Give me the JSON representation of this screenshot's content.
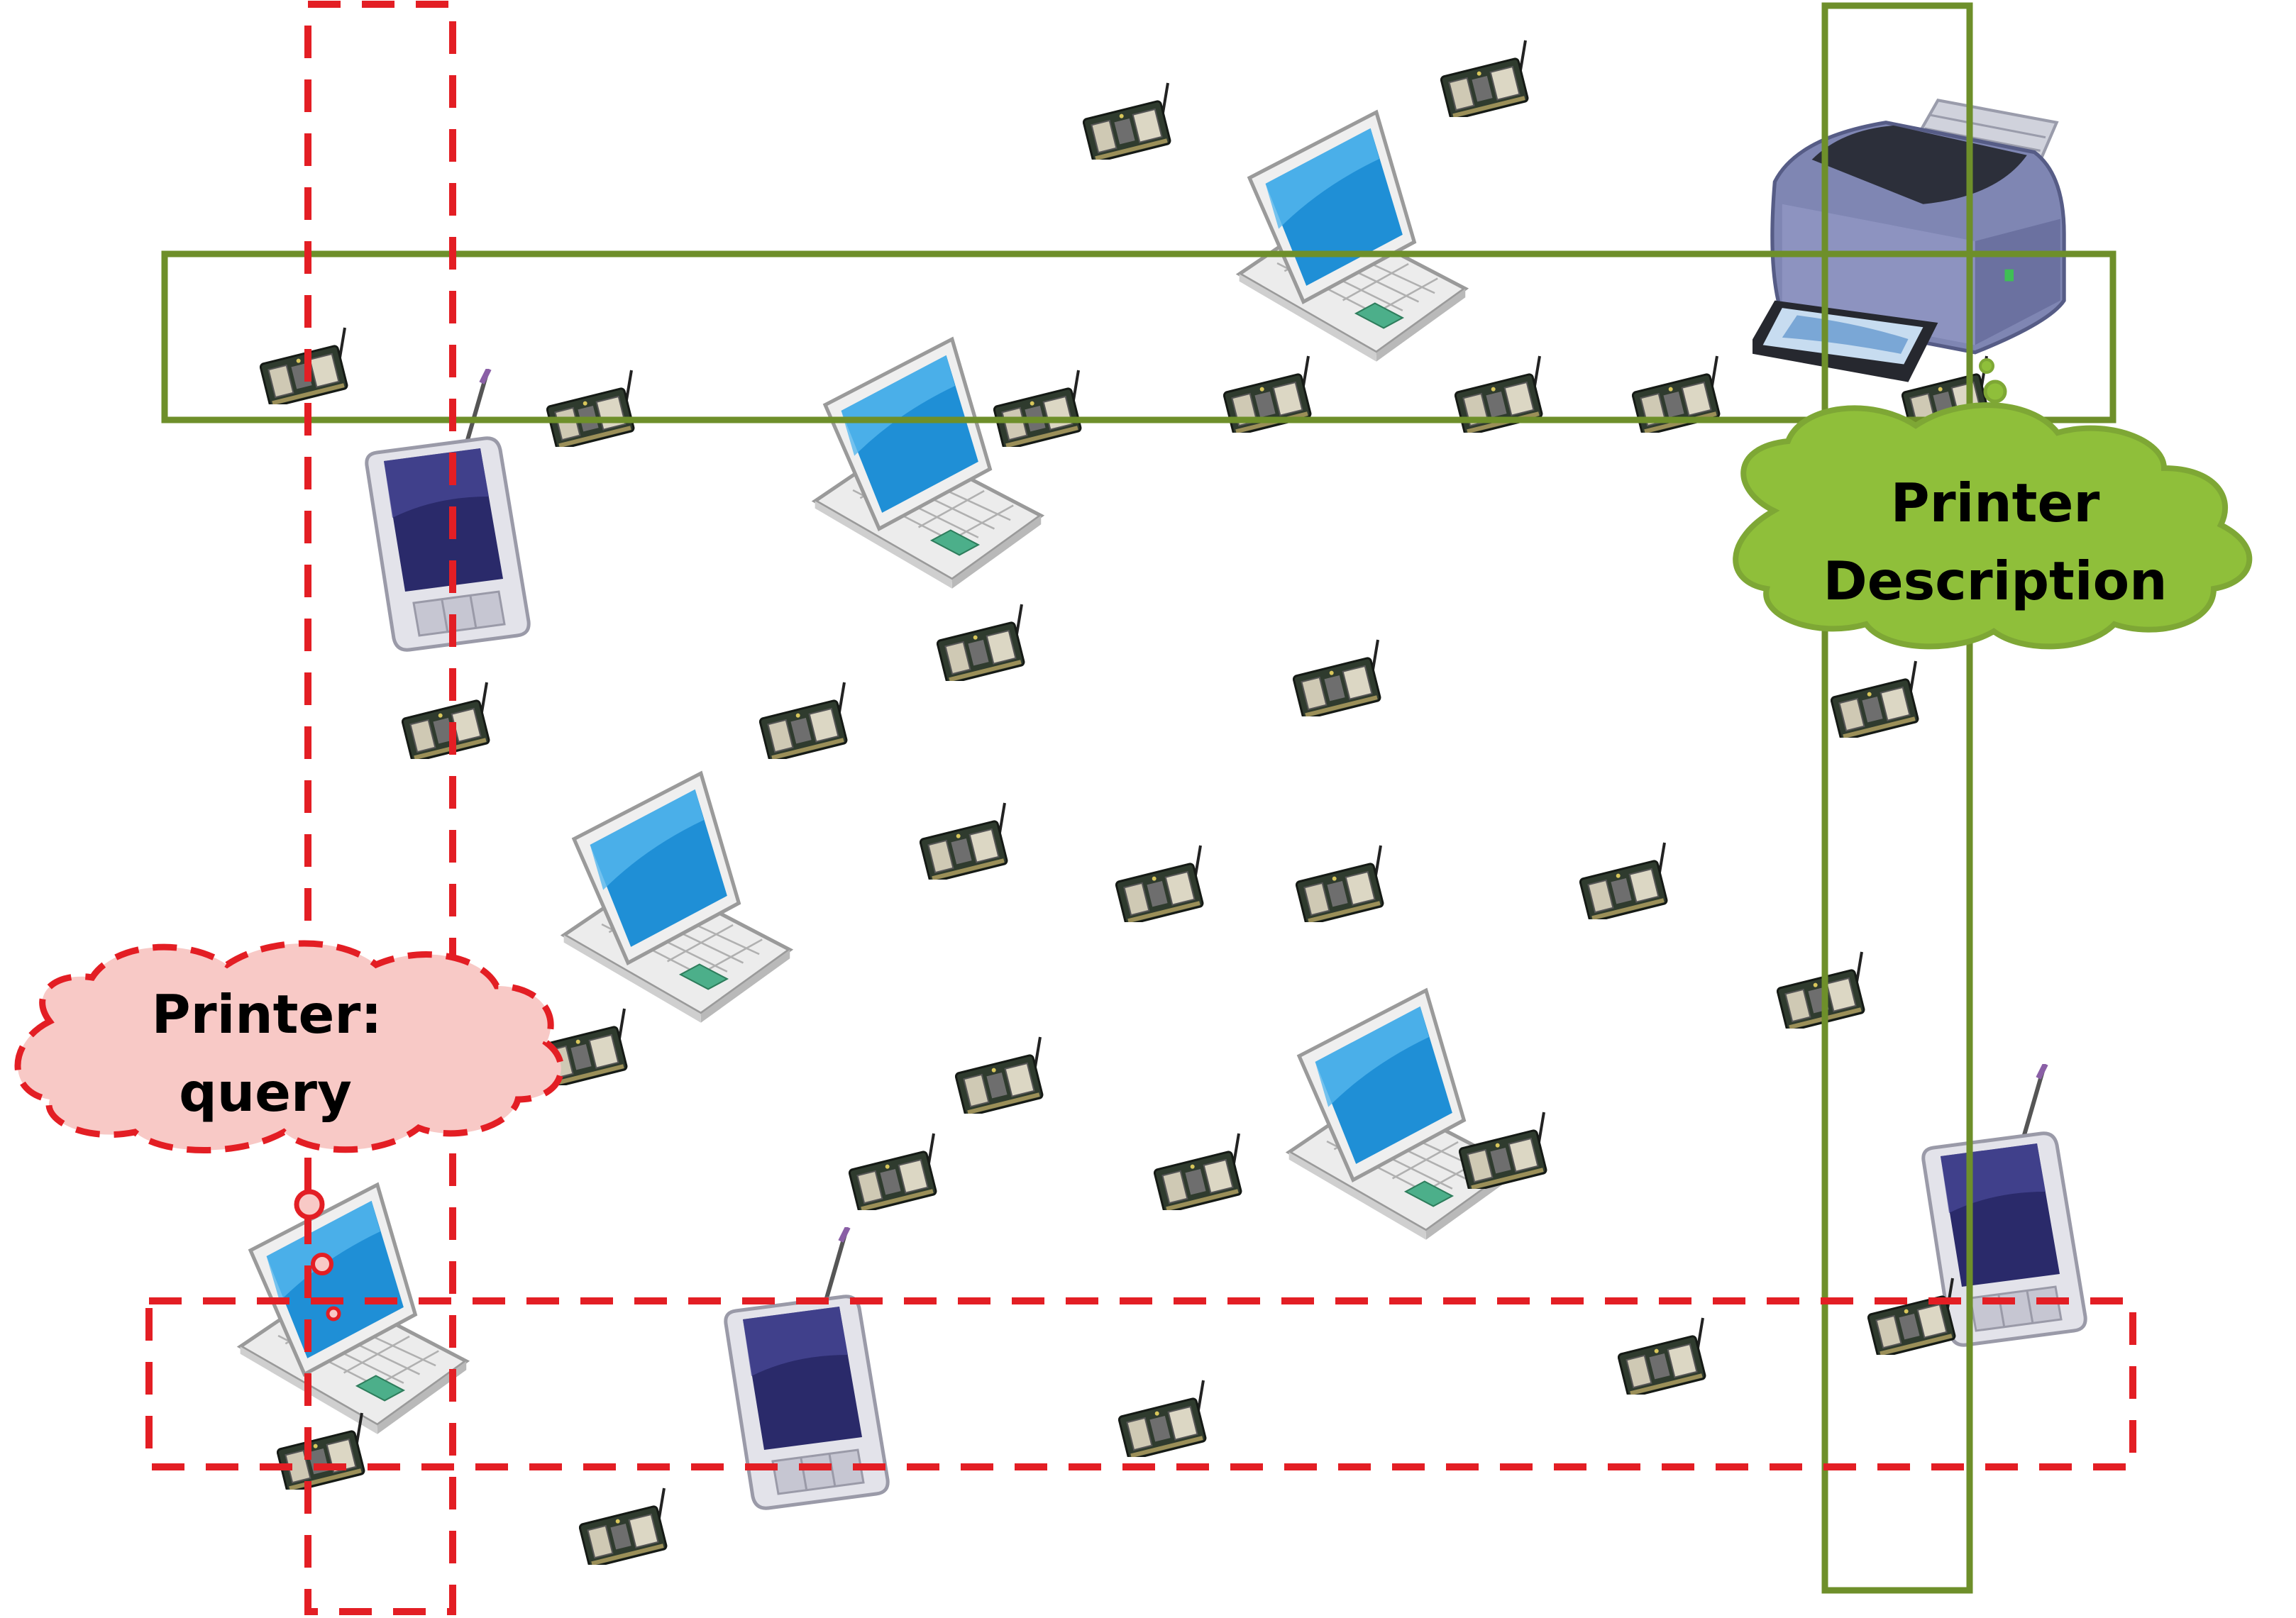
{
  "colors": {
    "publish_green": "#6e8f2a",
    "publish_cloud_fill": "#8fbf3a",
    "publish_cloud_stroke": "#7ea735",
    "query_red": "#e31e24",
    "query_cloud_fill": "#f8c9c6",
    "sensor_board": "#2f3b2e",
    "laptop_screen": "#1f8fd6",
    "pda_screen": "#2a2a6a"
  },
  "publish_cloud": {
    "line1": "Printer",
    "line2": "Description"
  },
  "query_cloud": {
    "line1": "Printer:",
    "line2": "query"
  },
  "icons": {
    "printer": "printer-icon",
    "laptop": "laptop-icon",
    "pda": "pda-icon",
    "sensor": "sensor-node-icon"
  }
}
